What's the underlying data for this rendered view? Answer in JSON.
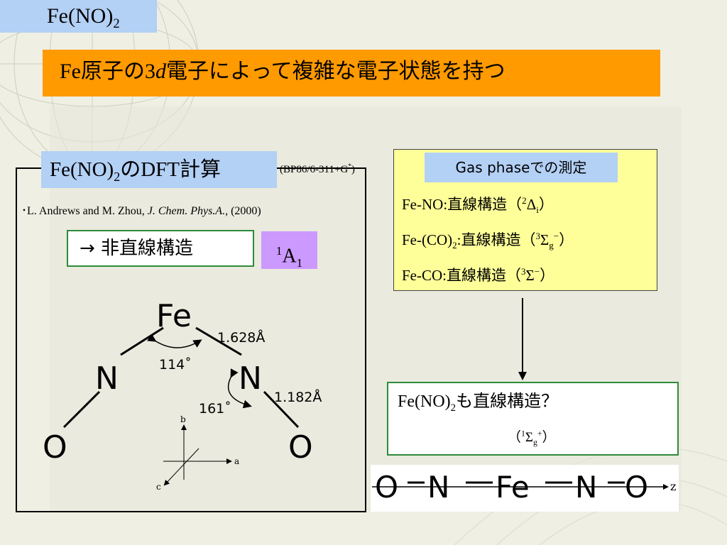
{
  "slide": {
    "title_base": "Fe(NO)",
    "title_sub": "2",
    "headline_prefix": "Fe原子の",
    "headline_3": "3",
    "headline_d": "d",
    "headline_suffix": "電子によって複雑な電子状態を持つ"
  },
  "left": {
    "title_base": "Fe(NO)",
    "title_sub": "2",
    "title_suffix": "のDFT計算",
    "method": "(BP86/6-311+G",
    "method_sup": "*",
    "method_close": ")",
    "citation_prefix": "･L. Andrews and M. Zhou, ",
    "citation_journal": "J. Chem. Phys.A.,",
    "citation_year": " (2000)",
    "result_label": "→  非直線構造",
    "state_sup": "1",
    "state_main": "A",
    "state_sub": "1"
  },
  "molecule": {
    "atom_fe": "Fe",
    "atom_n_left": "N",
    "atom_n_right": "N",
    "atom_o_left": "O",
    "atom_o_right": "O",
    "bond_fe_n": "1.628Å",
    "bond_n_o": "1.182Å",
    "angle_n_fe_n": "114˚",
    "angle_fe_n_o": "161˚",
    "axis_a": "a",
    "axis_b": "b",
    "axis_c": "c"
  },
  "gas": {
    "tab_label": "Gas phaseでの測定",
    "row1_prefix": "Fe-NO:直線構造（",
    "row1_sup": "2",
    "row1_sym": "Δ",
    "row1_sub": "i",
    "row1_close": "）",
    "row2_prefix": "Fe-(CO)",
    "row2_sub0": "2",
    "row2_mid": ":直線構造（",
    "row2_sup": "3",
    "row2_sym": "Σ",
    "row2_sub": "g",
    "row2_sup2": "−",
    "row2_close": "）",
    "row3_prefix": "Fe-CO:直線構造（",
    "row3_sup": "3",
    "row3_sym": "Σ",
    "row3_sup2": "−",
    "row3_close": "）"
  },
  "question": {
    "text_base": "Fe(NO)",
    "text_sub": "2",
    "text_suffix": "も直線構造？",
    "state_open": "（",
    "state_sup": "1",
    "state_sym": "Σ",
    "state_sub": "g",
    "state_sup2": "+",
    "state_close": "）"
  },
  "linear": {
    "o_left": "O",
    "n_left": "N",
    "fe": "Fe",
    "n_right": "N",
    "o_right": "O",
    "axis_z": "z"
  },
  "colors": {
    "title_bg": "#b3d0f5",
    "headline_bg": "#ff9a00",
    "state_bg": "#cc99ff",
    "gas_bg": "#ffff99",
    "green_border": "#2e8b3a"
  }
}
